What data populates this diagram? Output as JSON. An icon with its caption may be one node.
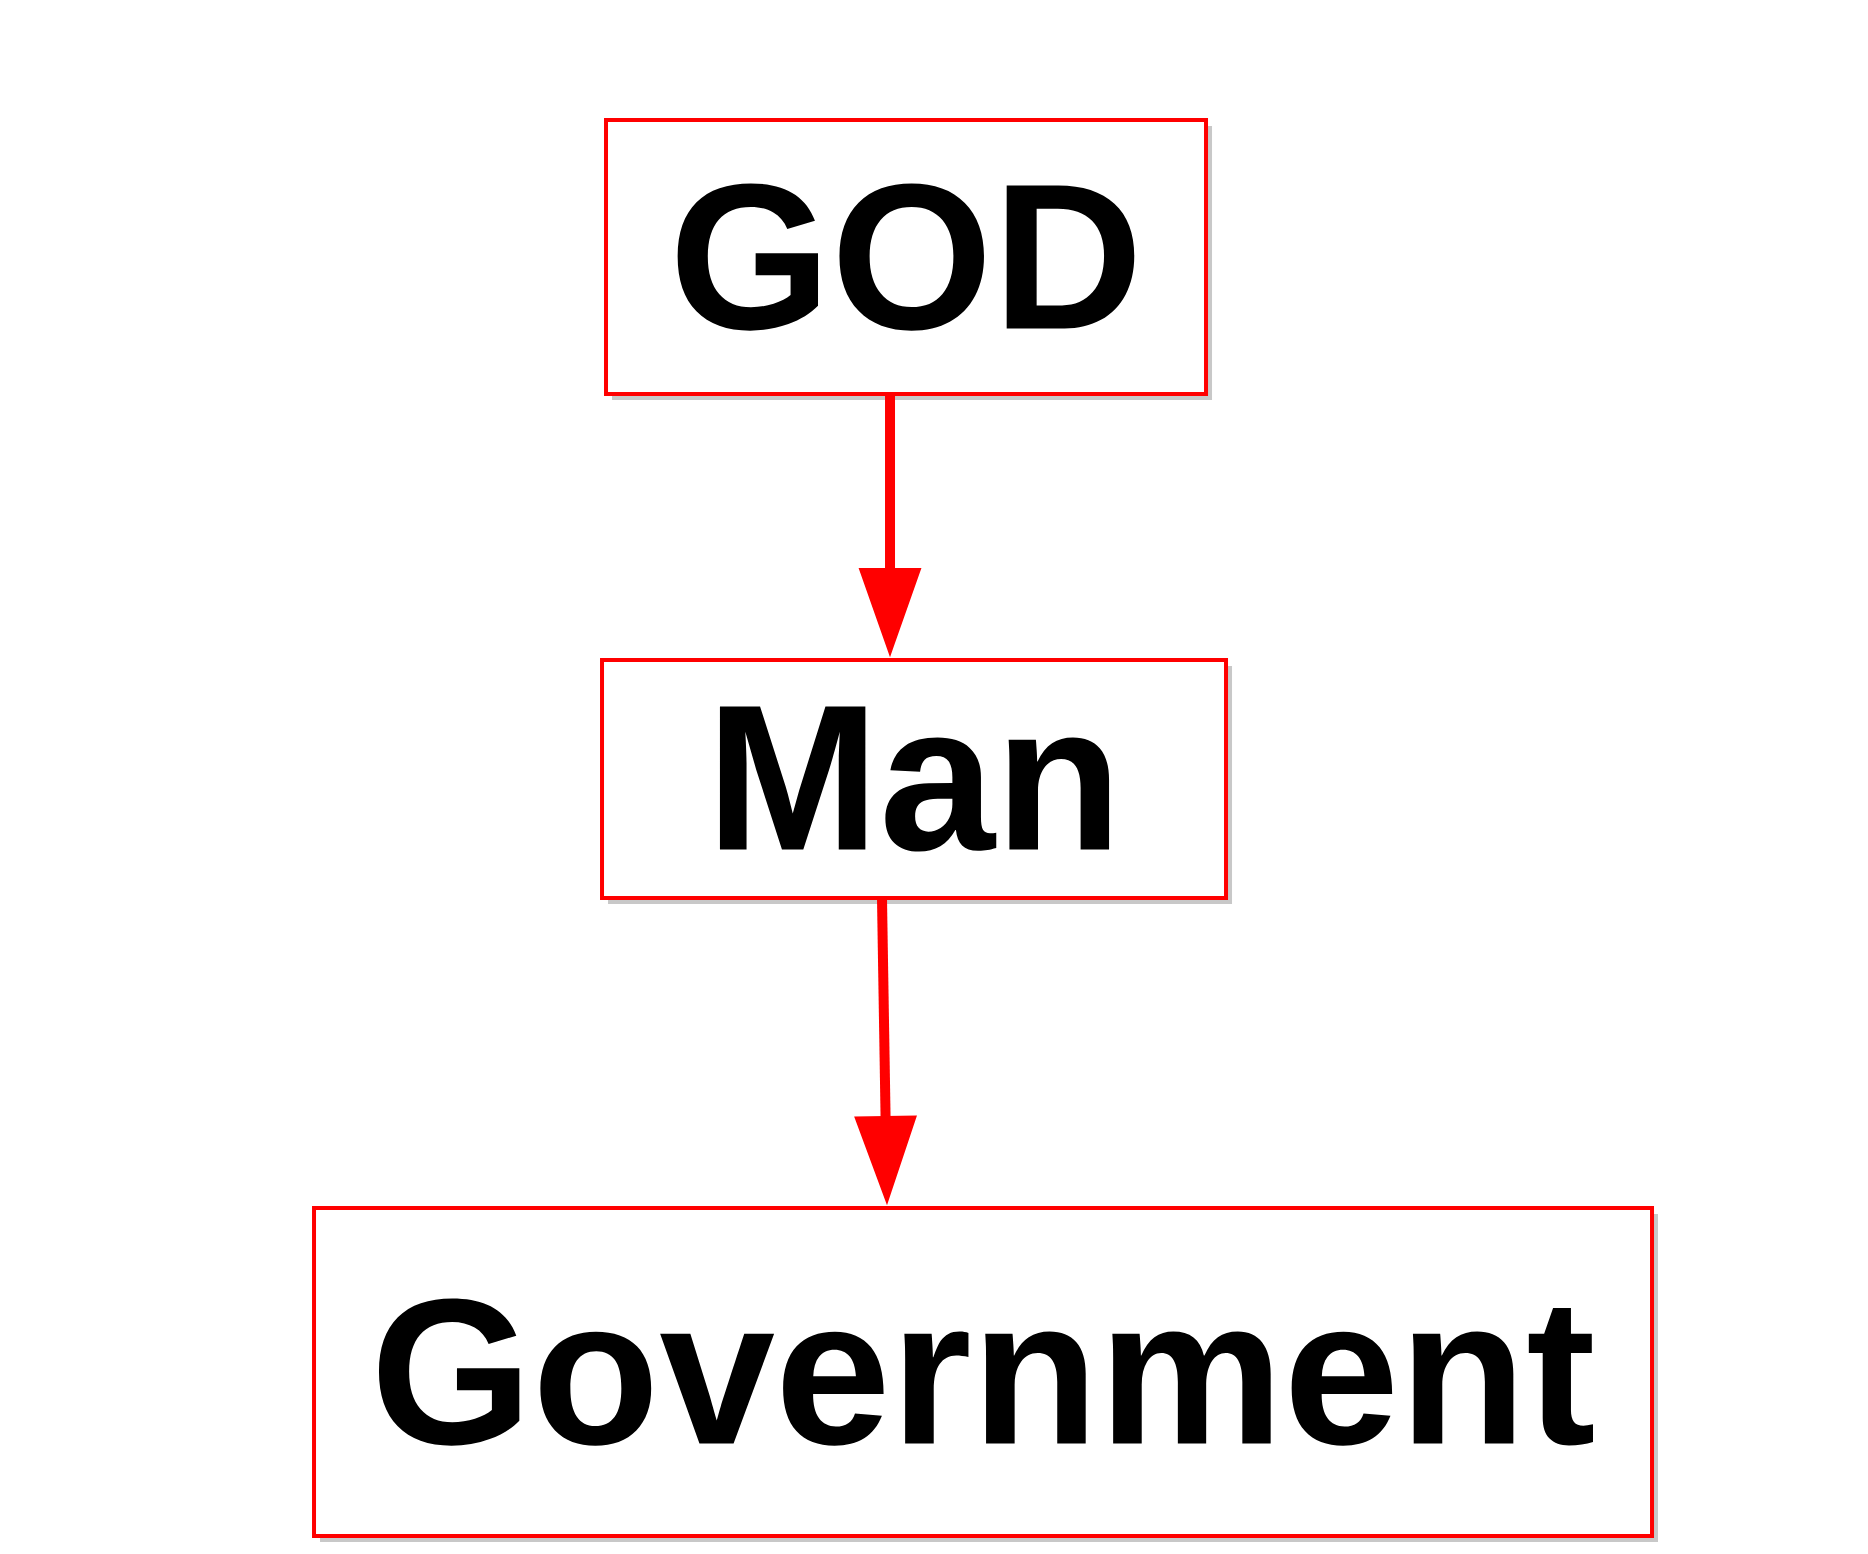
{
  "diagram": {
    "nodes": [
      {
        "text": [
          "GOD"
        ]
      },
      {
        "text": [
          "Man"
        ]
      },
      {
        "text": [
          "Government"
        ]
      }
    ],
    "edges": [
      {
        "from": 0,
        "to": 1,
        "arrow": "to"
      },
      {
        "from": 1,
        "to": 2,
        "arrow": "to"
      }
    ]
  }
}
